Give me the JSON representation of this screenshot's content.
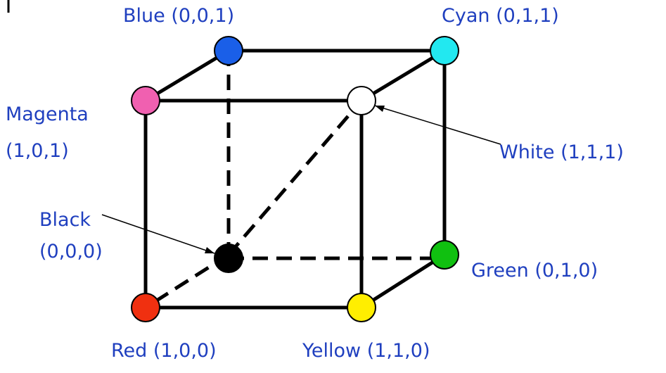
{
  "colors": {
    "label": "#1f3fbf",
    "edge": "#000000"
  },
  "vertices": {
    "blue": {
      "label": "Blue (0,0,1)",
      "fill": "#1a5fe8"
    },
    "cyan": {
      "label": "Cyan (0,1,1)",
      "fill": "#22e8f0"
    },
    "magenta": {
      "label_line1": "Magenta",
      "label_line2": "(1,0,1)",
      "fill": "#f060b0"
    },
    "white": {
      "label": "White (1,1,1)",
      "fill": "#ffffff"
    },
    "black": {
      "label_line1": "Black",
      "label_line2": "(0,0,0)",
      "fill": "#000000"
    },
    "green": {
      "label": "Green (0,1,0)",
      "fill": "#10c010"
    },
    "red": {
      "label": "Red (1,0,0)",
      "fill": "#f03010"
    },
    "yellow": {
      "label": "Yellow (1,1,0)",
      "fill": "#ffee00"
    }
  }
}
